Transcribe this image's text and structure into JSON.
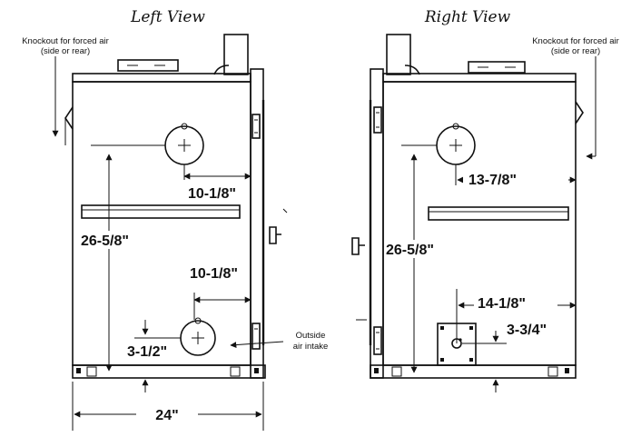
{
  "left_view": {
    "title": "Left View",
    "knockout_note_line1": "Knockout for forced air",
    "knockout_note_line2": "(side or rear)",
    "dim_top_offset": "10-1/8\"",
    "dim_height": "26-5/8\"",
    "dim_bottom_offset": "10-1/8\"",
    "dim_bottom_height": "3-1/2\"",
    "dim_width": "24\"",
    "intake_note_line1": "Outside",
    "intake_note_line2": "air intake"
  },
  "right_view": {
    "title": "Right View",
    "knockout_note_line1": "Knockout for forced air",
    "knockout_note_line2": "(side or rear)",
    "dim_top_offset": "13-7/8\"",
    "dim_height": "26-5/8\"",
    "dim_plate_offset": "14-1/8\"",
    "dim_plate_height": "3-3/4\""
  },
  "colors": {
    "line": "#111111",
    "background": "#ffffff"
  }
}
